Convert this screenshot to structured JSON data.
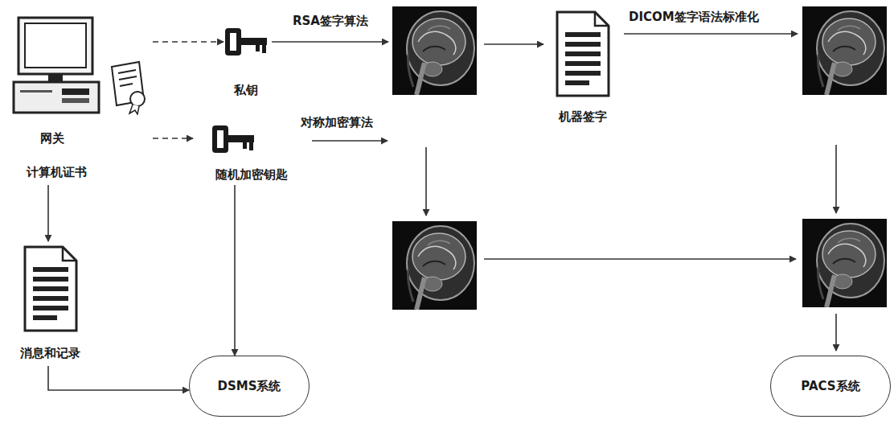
{
  "diagram": {
    "nodes": [
      {
        "text": [
          "网关",
          "计算机证书"
        ]
      },
      {
        "text": [
          "私钥"
        ]
      },
      {
        "text": [
          "随机加密钥匙"
        ]
      },
      {
        "text": [
          "机器签字"
        ]
      },
      {
        "text": [
          "消息和记录"
        ]
      },
      {
        "text": [
          "DSMS系统"
        ]
      },
      {
        "text": [
          "PACS系统"
        ]
      }
    ],
    "edges": [
      {
        "from": 0,
        "to": 1,
        "arrow": "to"
      },
      {
        "from": 0,
        "to": 2,
        "arrow": "to"
      },
      {
        "from": 0,
        "to": 4,
        "arrow": "to"
      },
      {
        "from": 4,
        "to": 5,
        "arrow": "to"
      },
      {
        "from": 2,
        "to": 5,
        "arrow": "to"
      }
    ],
    "labels": [
      "RSA签字算法",
      "对称加密算法",
      "DICOM签字语法标准化"
    ]
  }
}
